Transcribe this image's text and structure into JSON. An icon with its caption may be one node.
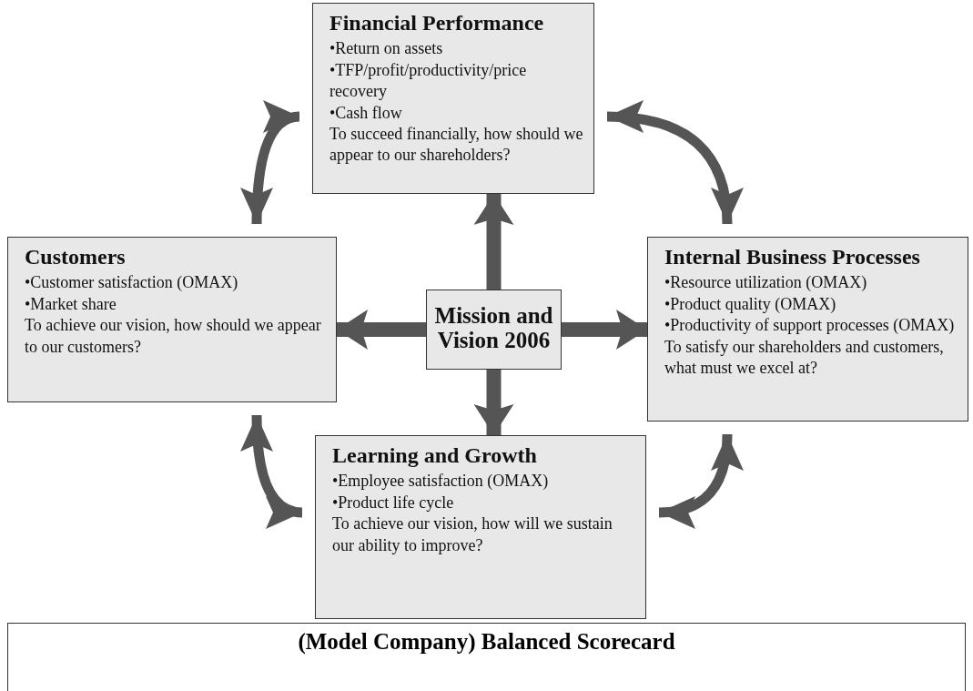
{
  "diagram": {
    "caption": "(Model Company) Balanced Scorecard",
    "nodes": [
      {
        "text": [
          "Financial Performance",
          "•Return on assets",
          "•TFP/profit/productivity/price recovery",
          "•Cash flow",
          "To succeed financially, how should we appear to our shareholders?"
        ]
      },
      {
        "text": [
          "Customers",
          "•Customer satisfaction (OMAX)",
          "•Market share",
          "To achieve our vision, how should we appear to our customers?"
        ]
      },
      {
        "text": [
          "Mission and Vision 2006"
        ]
      },
      {
        "text": [
          "Internal Business Processes",
          "•Resource utilization (OMAX)",
          "•Product quality (OMAX)",
          "•Productivity of support processes (OMAX)",
          "To satisfy our shareholders and customers, what must we excel at?"
        ]
      },
      {
        "text": [
          "Learning and Growth",
          "•Employee satisfaction (OMAX)",
          "•Product life cycle",
          "To achieve our vision, how will we sustain our ability to improve?"
        ]
      }
    ],
    "edges": [
      {
        "from": 2,
        "to": 0,
        "arrow": "to"
      },
      {
        "from": 2,
        "to": 1,
        "arrow": "to"
      },
      {
        "from": 2,
        "to": 3,
        "arrow": "to"
      },
      {
        "from": 2,
        "to": 4,
        "arrow": "to"
      },
      {
        "from": 0,
        "to": 1,
        "arrow": "both"
      },
      {
        "from": 0,
        "to": 3,
        "arrow": "both"
      },
      {
        "from": 1,
        "to": 4,
        "arrow": "both"
      },
      {
        "from": 3,
        "to": 4,
        "arrow": "both"
      }
    ]
  }
}
